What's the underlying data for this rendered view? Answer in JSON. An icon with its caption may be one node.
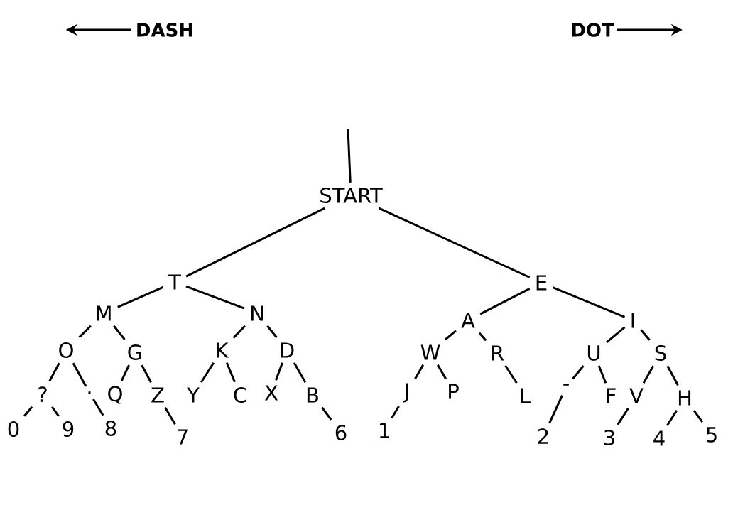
{
  "diagram": {
    "nodes": [
      {
        "text": [
          "START"
        ]
      },
      {
        "text": [
          "T"
        ]
      },
      {
        "text": [
          "E"
        ]
      },
      {
        "text": [
          "M"
        ]
      },
      {
        "text": [
          "N"
        ]
      },
      {
        "text": [
          "A"
        ]
      },
      {
        "text": [
          "I"
        ]
      },
      {
        "text": [
          "O"
        ]
      },
      {
        "text": [
          "G"
        ]
      },
      {
        "text": [
          "K"
        ]
      },
      {
        "text": [
          "D"
        ]
      },
      {
        "text": [
          "W"
        ]
      },
      {
        "text": [
          "R"
        ]
      },
      {
        "text": [
          "U"
        ]
      },
      {
        "text": [
          "S"
        ]
      },
      {
        "text": [
          "?"
        ]
      },
      {
        "text": [
          "."
        ]
      },
      {
        "text": [
          "Q"
        ]
      },
      {
        "text": [
          "Z"
        ]
      },
      {
        "text": [
          "Y"
        ]
      },
      {
        "text": [
          "C"
        ]
      },
      {
        "text": [
          "X"
        ]
      },
      {
        "text": [
          "B"
        ]
      },
      {
        "text": [
          "J"
        ]
      },
      {
        "text": [
          "P"
        ]
      },
      {
        "text": [
          "L"
        ]
      },
      {
        "text": [
          "-"
        ]
      },
      {
        "text": [
          "F"
        ]
      },
      {
        "text": [
          "V"
        ]
      },
      {
        "text": [
          "H"
        ]
      },
      {
        "text": [
          "0"
        ]
      },
      {
        "text": [
          "9"
        ]
      },
      {
        "text": [
          "8"
        ]
      },
      {
        "text": [
          "7"
        ]
      },
      {
        "text": [
          "6"
        ]
      },
      {
        "text": [
          "1"
        ]
      },
      {
        "text": [
          "2"
        ]
      },
      {
        "text": [
          "3"
        ]
      },
      {
        "text": [
          "4"
        ]
      },
      {
        "text": [
          "5"
        ]
      }
    ],
    "edges": [
      {
        "from": null,
        "to": 0,
        "arrow": "none"
      },
      {
        "from": 0,
        "to": 1,
        "arrow": "none"
      },
      {
        "from": 0,
        "to": 2,
        "arrow": "none"
      },
      {
        "from": 1,
        "to": 3,
        "arrow": "none"
      },
      {
        "from": 1,
        "to": 4,
        "arrow": "none"
      },
      {
        "from": 2,
        "to": 5,
        "arrow": "none"
      },
      {
        "from": 2,
        "to": 6,
        "arrow": "none"
      },
      {
        "from": 3,
        "to": 7,
        "arrow": "none"
      },
      {
        "from": 3,
        "to": 8,
        "arrow": "none"
      },
      {
        "from": 4,
        "to": 9,
        "arrow": "none"
      },
      {
        "from": 4,
        "to": 10,
        "arrow": "none"
      },
      {
        "from": 5,
        "to": 11,
        "arrow": "none"
      },
      {
        "from": 5,
        "to": 12,
        "arrow": "none"
      },
      {
        "from": 6,
        "to": 13,
        "arrow": "none"
      },
      {
        "from": 6,
        "to": 14,
        "arrow": "none"
      },
      {
        "from": 7,
        "to": 15,
        "arrow": "none"
      },
      {
        "from": 7,
        "to": 16,
        "arrow": "none"
      },
      {
        "from": 8,
        "to": 17,
        "arrow": "none"
      },
      {
        "from": 8,
        "to": 18,
        "arrow": "none"
      },
      {
        "from": 9,
        "to": 19,
        "arrow": "none"
      },
      {
        "from": 9,
        "to": 20,
        "arrow": "none"
      },
      {
        "from": 10,
        "to": 21,
        "arrow": "none"
      },
      {
        "from": 10,
        "to": 22,
        "arrow": "none"
      },
      {
        "from": 11,
        "to": 23,
        "arrow": "none"
      },
      {
        "from": 11,
        "to": 24,
        "arrow": "none"
      },
      {
        "from": 12,
        "to": 25,
        "arrow": "none"
      },
      {
        "from": 13,
        "to": 26,
        "arrow": "none"
      },
      {
        "from": 13,
        "to": 27,
        "arrow": "none"
      },
      {
        "from": 14,
        "to": 28,
        "arrow": "none"
      },
      {
        "from": 14,
        "to": 29,
        "arrow": "none"
      },
      {
        "from": 15,
        "to": 30,
        "arrow": "none"
      },
      {
        "from": 15,
        "to": 31,
        "arrow": "none"
      },
      {
        "from": 16,
        "to": 32,
        "arrow": "none"
      },
      {
        "from": 18,
        "to": 33,
        "arrow": "none"
      },
      {
        "from": 22,
        "to": 34,
        "arrow": "none"
      },
      {
        "from": 23,
        "to": 35,
        "arrow": "none"
      },
      {
        "from": 26,
        "to": 36,
        "arrow": "none"
      },
      {
        "from": 28,
        "to": 37,
        "arrow": "none"
      },
      {
        "from": 29,
        "to": 38,
        "arrow": "none"
      },
      {
        "from": 29,
        "to": 39,
        "arrow": "none"
      }
    ],
    "labels": [
      "DASH",
      "DOT"
    ]
  }
}
